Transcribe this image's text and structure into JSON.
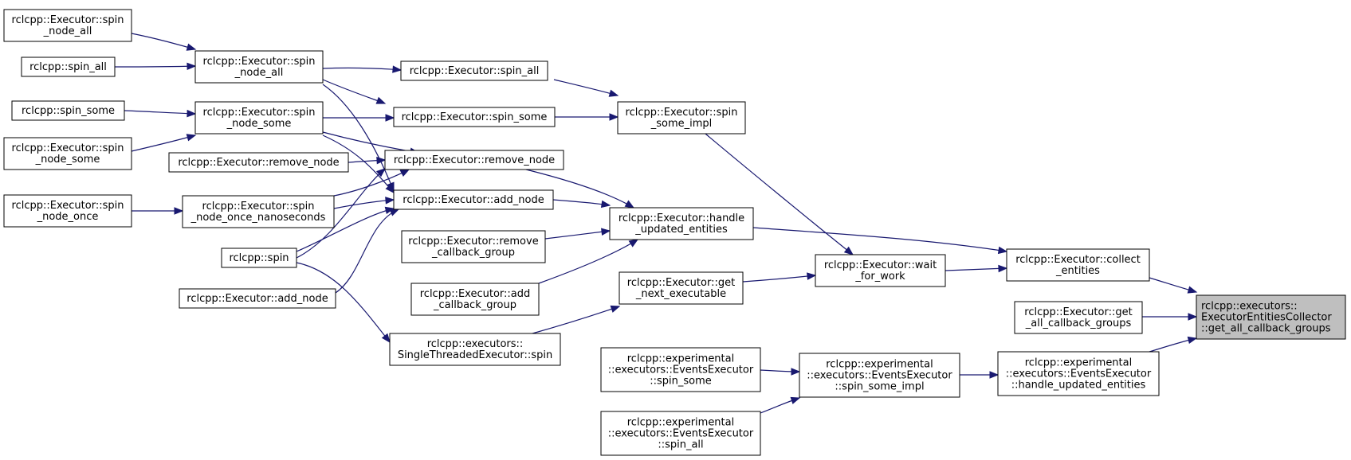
{
  "graph": {
    "nodes": [
      {
        "id": "root",
        "lines": [
          "rclcpp::executors::",
          "ExecutorEntitiesCollector",
          "::get_all_callback_groups"
        ],
        "root": true
      },
      {
        "id": "collect_entities",
        "lines": [
          "rclcpp::Executor::collect",
          "_entities"
        ]
      },
      {
        "id": "get_all_cbg",
        "lines": [
          "rclcpp::Executor::get",
          "_all_callback_groups"
        ]
      },
      {
        "id": "ee_handle_updated",
        "lines": [
          "rclcpp::experimental",
          "::executors::EventsExecutor",
          "::handle_updated_entities"
        ]
      },
      {
        "id": "handle_updated",
        "lines": [
          "rclcpp::Executor::handle",
          "_updated_entities"
        ]
      },
      {
        "id": "wait_for_work",
        "lines": [
          "rclcpp::Executor::wait",
          "_for_work"
        ]
      },
      {
        "id": "ee_spin_some_impl",
        "lines": [
          "rclcpp::experimental",
          "::executors::EventsExecutor",
          "::spin_some_impl"
        ]
      },
      {
        "id": "ee_spin_some",
        "lines": [
          "rclcpp::experimental",
          "::executors::EventsExecutor",
          "::spin_some"
        ]
      },
      {
        "id": "ee_spin_all",
        "lines": [
          "rclcpp::experimental",
          "::executors::EventsExecutor",
          "::spin_all"
        ]
      },
      {
        "id": "spin_some_impl",
        "lines": [
          "rclcpp::Executor::spin",
          "_some_impl"
        ]
      },
      {
        "id": "get_next_exec",
        "lines": [
          "rclcpp::Executor::get",
          "_next_executable"
        ]
      },
      {
        "id": "ste_spin",
        "lines": [
          "rclcpp::executors::",
          "SingleThreadedExecutor::spin"
        ]
      },
      {
        "id": "remove_node_mid",
        "lines": [
          "rclcpp::Executor::remove_node"
        ]
      },
      {
        "id": "add_node_mid",
        "lines": [
          "rclcpp::Executor::add_node"
        ]
      },
      {
        "id": "remove_cbg",
        "lines": [
          "rclcpp::Executor::remove",
          "_callback_group"
        ]
      },
      {
        "id": "add_cbg",
        "lines": [
          "rclcpp::Executor::add",
          "_callback_group"
        ]
      },
      {
        "id": "spin_all_mid",
        "lines": [
          "rclcpp::Executor::spin_all"
        ]
      },
      {
        "id": "spin_some_mid",
        "lines": [
          "rclcpp::Executor::spin_some"
        ]
      },
      {
        "id": "spin_node_all",
        "lines": [
          "rclcpp::Executor::spin",
          "_node_all"
        ]
      },
      {
        "id": "spin_node_some",
        "lines": [
          "rclcpp::Executor::spin",
          "_node_some"
        ]
      },
      {
        "id": "remove_node_left",
        "lines": [
          "rclcpp::Executor::remove_node"
        ]
      },
      {
        "id": "spin_node_once_ns",
        "lines": [
          "rclcpp::Executor::spin",
          "_node_once_nanoseconds"
        ]
      },
      {
        "id": "rclcpp_spin",
        "lines": [
          "rclcpp::spin"
        ]
      },
      {
        "id": "add_node_left",
        "lines": [
          "rclcpp::Executor::add_node"
        ]
      },
      {
        "id": "spin_node_all_far",
        "lines": [
          "rclcpp::Executor::spin",
          "_node_all"
        ]
      },
      {
        "id": "rclcpp_spin_all",
        "lines": [
          "rclcpp::spin_all"
        ]
      },
      {
        "id": "rclcpp_spin_some",
        "lines": [
          "rclcpp::spin_some"
        ]
      },
      {
        "id": "spin_node_some_far",
        "lines": [
          "rclcpp::Executor::spin",
          "_node_some"
        ]
      },
      {
        "id": "spin_node_once",
        "lines": [
          "rclcpp::Executor::spin",
          "_node_once"
        ]
      }
    ]
  }
}
